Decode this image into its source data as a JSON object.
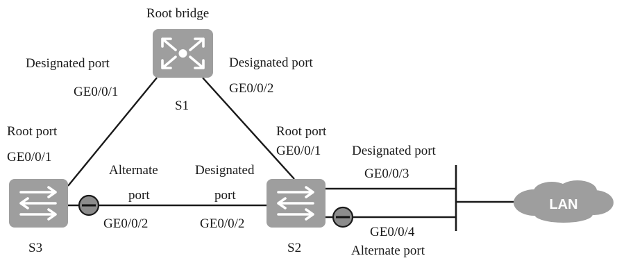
{
  "labels": {
    "root_bridge": "Root bridge",
    "s1": "S1",
    "s2": "S2",
    "s3": "S3",
    "lan": "LAN",
    "s1_left_role": "Designated port",
    "s1_left_port": "GE0/0/1",
    "s1_right_role": "Designated port",
    "s1_right_port": "GE0/0/2",
    "s3_top_role": "Root port",
    "s3_top_port": "GE0/0/1",
    "s3_right_role_line1": "Alternate",
    "s3_right_role_line2": "port",
    "s3_right_port": "GE0/0/2",
    "s2_top_role": "Root port",
    "s2_top_port": "GE0/0/1",
    "s2_left_role_line1": "Designated",
    "s2_left_role_line2": "port",
    "s2_left_port": "GE0/0/2",
    "s2_upper_right_role": "Designated port",
    "s2_upper_right_port": "GE0/0/3",
    "s2_lower_right_port": "GE0/0/4",
    "s2_lower_right_role": "Alternate port"
  },
  "colors": {
    "device": "#9e9e9e",
    "blocked_port": "#8c8c8c",
    "line": "#1a1a1a"
  },
  "icons": {
    "s1": "root-bridge-switch-icon",
    "s2": "switch-icon",
    "s3": "switch-icon",
    "lan": "cloud-icon"
  }
}
